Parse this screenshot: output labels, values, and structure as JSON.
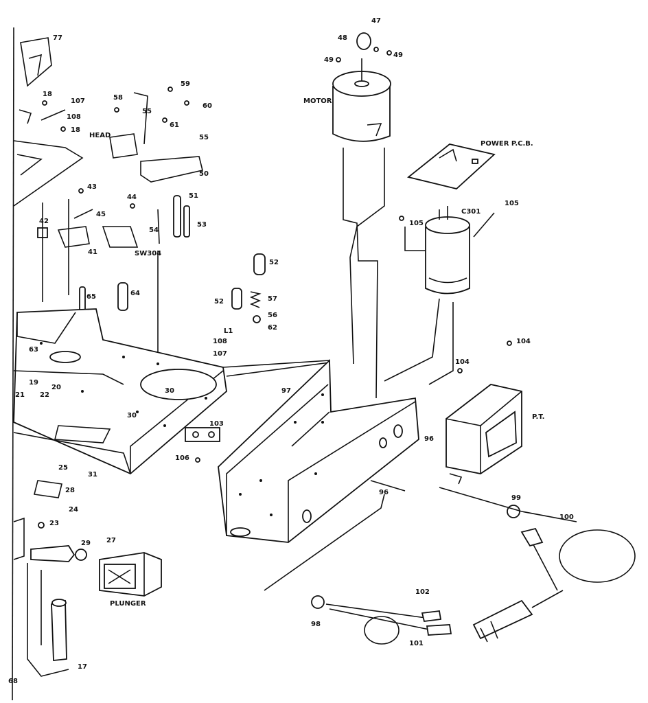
{
  "diagram": {
    "names": {
      "motor": "MOTOR",
      "power_pcb": "POWER P.C.B.",
      "head": "HEAD",
      "pt": "P.T.",
      "plunger": "PLUNGER",
      "c301": "C301",
      "sw304": "SW304"
    },
    "parts": {
      "p77": "77",
      "p47": "47",
      "p48": "48",
      "p49a": "49",
      "p49b": "49",
      "p18a": "18",
      "p107a": "107",
      "p108a": "108",
      "p18b": "18",
      "p58": "58",
      "p59": "59",
      "p60": "60",
      "p55a": "55",
      "p61": "61",
      "p55b": "55",
      "p50": "50",
      "p105a": "105",
      "p105b": "105",
      "p43": "43",
      "p44": "44",
      "p51": "51",
      "p45": "45",
      "p54": "54",
      "p53": "53",
      "p42": "42",
      "p41": "41",
      "p52a": "52",
      "p52b": "52",
      "p57": "57",
      "p56": "56",
      "p62": "62",
      "p65": "65",
      "p64": "64",
      "p104a": "104",
      "p104b": "104",
      "pL1": "L1",
      "p108b": "108",
      "p107b": "107",
      "p63": "63",
      "p97": "97",
      "p30a": "30",
      "p30b": "30",
      "p19": "19",
      "p20": "20",
      "p21": "21",
      "p22": "22",
      "p103": "103",
      "p96a": "96",
      "p106": "106",
      "p25": "25",
      "p31": "31",
      "p28": "28",
      "p24": "24",
      "p96b": "96",
      "p99": "99",
      "p100": "100",
      "p23": "23",
      "p29": "29",
      "p27": "27",
      "p102": "102",
      "p98": "98",
      "p101": "101",
      "p17": "17",
      "p68": "68"
    }
  }
}
